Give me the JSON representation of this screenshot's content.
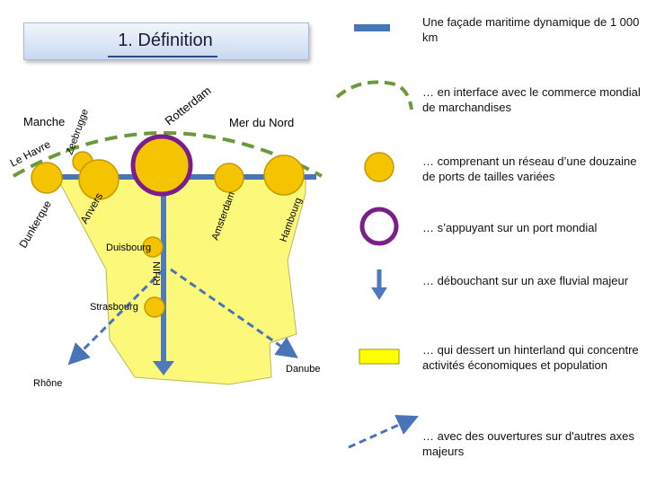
{
  "title": "1. Définition",
  "map": {
    "seas": {
      "manche": "Manche",
      "mer_du_nord": "Mer du Nord"
    },
    "ports": {
      "le_havre": "Le Havre",
      "dunkerque": "Dunkerque",
      "zeebrugge": "Zeebrugge",
      "anvers": "Anvers",
      "rotterdam": "Rotterdam",
      "amsterdam": "Amsterdam",
      "hambourg": "Hambourg"
    },
    "cities": {
      "duisbourg": "Duisbourg",
      "strasbourg": "Strasbourg"
    },
    "river": "RHIN",
    "axes": {
      "rhone": "Rhône",
      "danube": "Danube"
    }
  },
  "legend": [
    {
      "symbol": "blue-bar",
      "text": "Une façade maritime dynamique de 1 000 km"
    },
    {
      "symbol": "green-dashed-arc",
      "text": "… en interface avec le commerce mondial de marchandises"
    },
    {
      "symbol": "yellow-circle",
      "text": "… comprenant un réseau d’une douzaine de ports  de tailles variées"
    },
    {
      "symbol": "purple-ring",
      "text": "… s’appuyant sur un port mondial"
    },
    {
      "symbol": "blue-arrow",
      "text": "… débouchant sur un axe fluvial majeur"
    },
    {
      "symbol": "yellow-rectangle",
      "text": "… qui dessert un hinterland qui concentre activités économiques et population"
    },
    {
      "symbol": "blue-dashed-arrow",
      "text": "… avec des ouvertures sur d'autres axes majeurs"
    }
  ],
  "colors": {
    "coast": "#4a74b8",
    "trade": "#6a9a3a",
    "port_fill": "#f5c400",
    "port_stroke": "#c79a00",
    "world_port_ring": "#7a1f8a",
    "hinterland": "#fbf87a",
    "river": "#4f79be",
    "axis": "#4a74b8"
  }
}
